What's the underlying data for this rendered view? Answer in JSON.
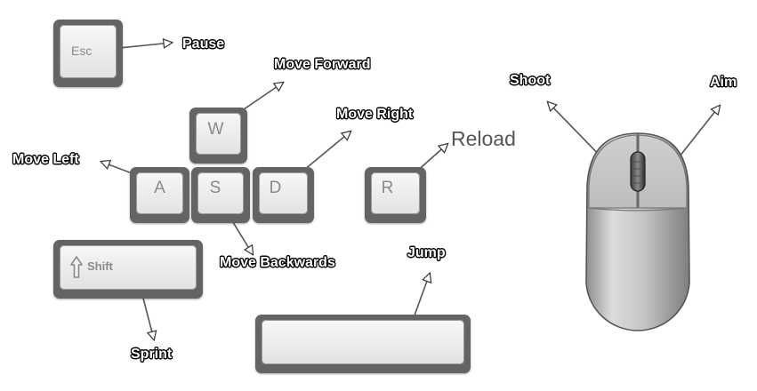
{
  "keys": {
    "esc": "Esc",
    "w": "W",
    "a": "A",
    "s": "S",
    "d": "D",
    "r": "R",
    "shift": "Shift",
    "space": ""
  },
  "actions": {
    "pause": "Pause",
    "move_forward": "Move Forward",
    "move_left": "Move Left",
    "move_right": "Move Right",
    "move_backwards": "Move Backwards",
    "reload": "Reload",
    "sprint": "Sprint",
    "jump": "Jump",
    "shoot": "Shoot",
    "aim": "Aim"
  },
  "icons": {
    "shift_arrow": "shift-arrow-icon",
    "mouse": "mouse-icon"
  },
  "colors": {
    "key_border": "#646464",
    "key_face": "#eeeeee",
    "key_text": "#8a8a8a",
    "label_fill": "#ffffff",
    "label_outline": "#000000"
  }
}
